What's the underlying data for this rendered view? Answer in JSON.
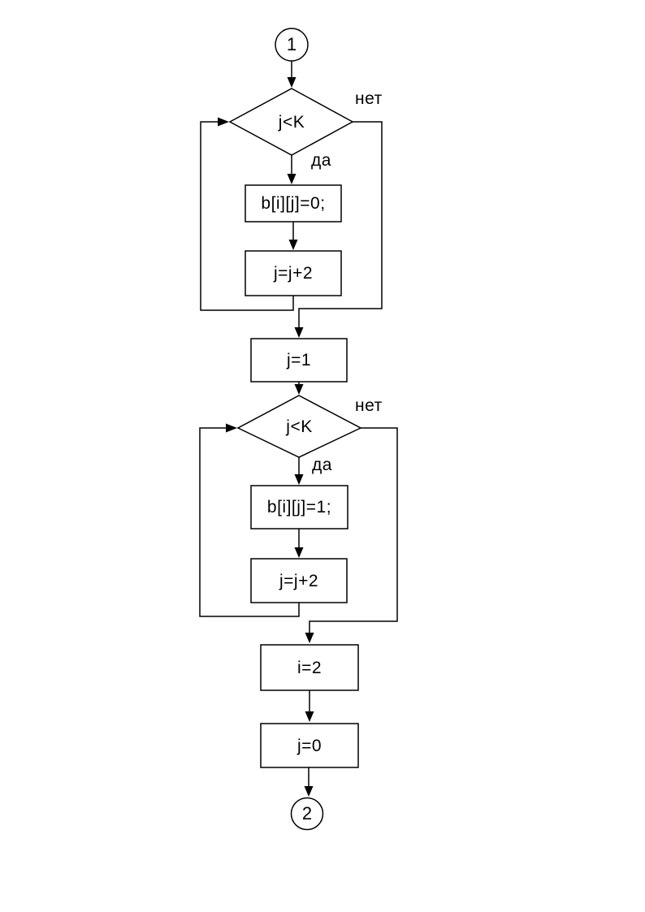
{
  "flowchart": {
    "start": {
      "label": "1"
    },
    "end": {
      "label": "2"
    },
    "loop1": {
      "condition": "j<K",
      "no_label": "нет",
      "yes_label": "да",
      "body": {
        "label": "b[i][j]=0;"
      },
      "increment": {
        "label": "j=j+2"
      }
    },
    "init_j1": {
      "label": "j=1"
    },
    "loop2": {
      "condition": "j<K",
      "no_label": "нет",
      "yes_label": "да",
      "body": {
        "label": "b[i][j]=1;"
      },
      "increment": {
        "label": "j=j+2"
      }
    },
    "init_i2": {
      "label": "i=2"
    },
    "init_j0": {
      "label": "j=0"
    },
    "colors": {
      "line": "#000000",
      "background": "#ffffff"
    }
  }
}
